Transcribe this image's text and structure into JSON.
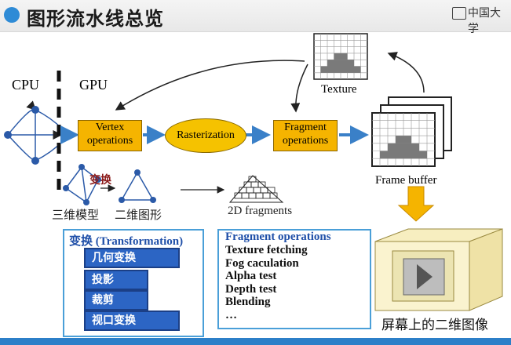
{
  "header": {
    "title": "图形流水线总览",
    "logo_text": "中国大学"
  },
  "pipeline": {
    "cpu": "CPU",
    "gpu": "GPU",
    "vertex_ops": [
      "Vertex",
      "operations"
    ],
    "rasterization": "Rasterization",
    "fragment_ops": [
      "Fragment",
      "operations"
    ],
    "texture": "Texture",
    "frame_buffer": "Frame buffer"
  },
  "models": {
    "transform_label": "变换",
    "model_3d": "三维模型",
    "model_2d": "二维图形",
    "fragments_2d": "2D fragments"
  },
  "transform_box": {
    "title": "变换 (Transformation)",
    "steps": [
      "几何变换",
      "投影",
      "裁剪",
      "视口变换"
    ]
  },
  "fragment_box": {
    "title": "Fragment operations",
    "items": [
      "Texture fetching",
      "Fog caculation",
      "Alpha test",
      "Depth test",
      "Blending",
      "…"
    ]
  },
  "screen_label": "屏幕上的二维图像",
  "colors": {
    "accent": "#2e8bd6",
    "orange": "#f5b400",
    "blue_pill": "#2c65c4",
    "arrow_blue": "#3a80c8"
  }
}
